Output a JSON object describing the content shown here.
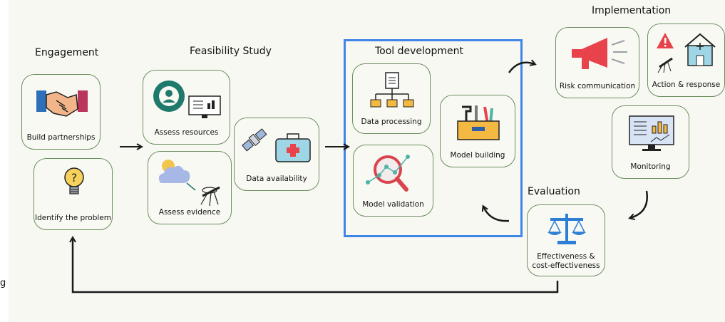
{
  "edge_text": "g",
  "headings": {
    "engagement": "Engagement",
    "feasibility": "Feasibility Study",
    "tool_development": "Tool development",
    "implementation": "Implementation",
    "evaluation": "Evaluation"
  },
  "cards": {
    "build_partnerships": "Build partnerships",
    "identify_problem": "Identify the problem",
    "assess_resources": "Assess resources",
    "assess_evidence": "Assess evidence",
    "data_availability": "Data availability",
    "data_processing": "Data processing",
    "model_validation": "Model validation",
    "model_building": "Model building",
    "risk_communication": "Risk communication",
    "action_response": "Action & response",
    "monitoring": "Monitoring",
    "effectiveness_line1": "Effectiveness &",
    "effectiveness_line2": "cost-effectiveness"
  },
  "colors": {
    "card_border": "#6c8f60",
    "highlight_border": "#3f86e6",
    "arrow": "#1a1a1a",
    "megaphone": "#e8434b",
    "gear": "#1f7a6c",
    "folder": "#f4b942",
    "magnifier": "#d9454e",
    "scale": "#2d7fd3"
  },
  "icons": [
    "handshake-icon",
    "lightbulb-icon",
    "gear-person-icon",
    "dashboard-monitor-icon",
    "cloud-icon",
    "mosquito-icon",
    "satellite-icon",
    "medical-kit-icon",
    "flowchart-document-icon",
    "magnifier-graph-icon",
    "toolbox-icon",
    "megaphone-icon",
    "warning-icon",
    "house-icon",
    "monitor-chart-icon",
    "balance-scale-icon"
  ]
}
